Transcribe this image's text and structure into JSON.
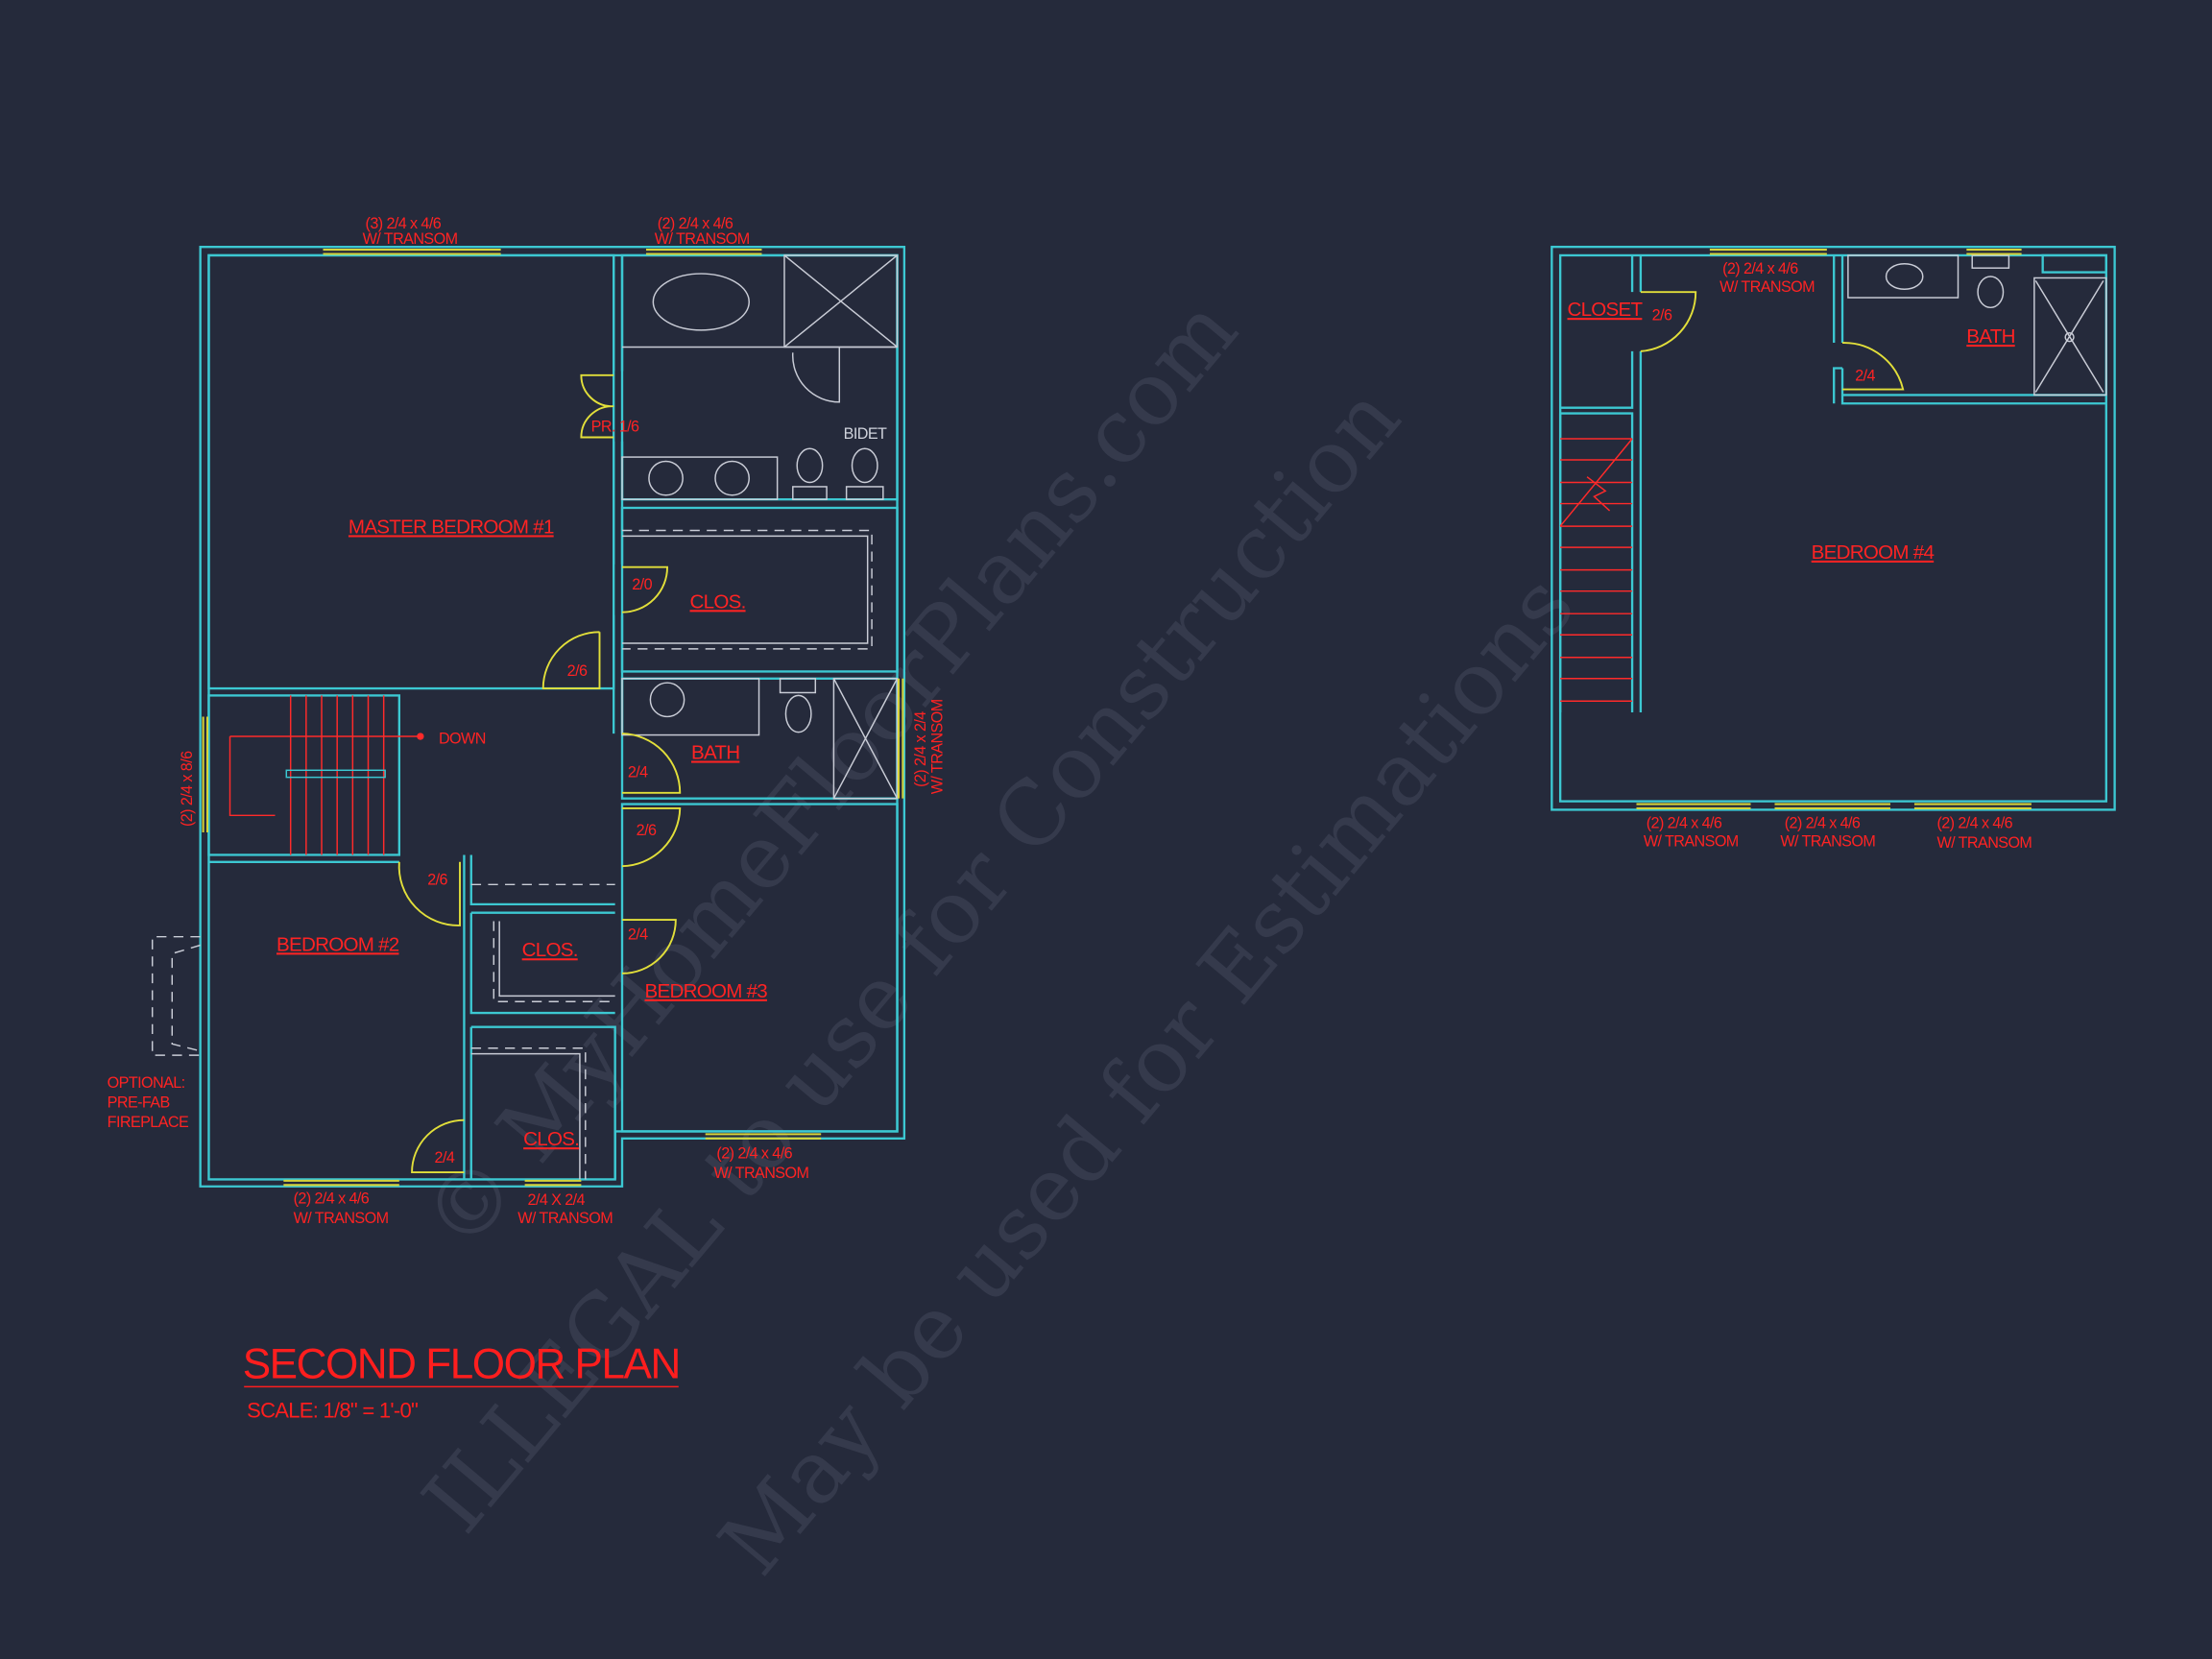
{
  "colors": {
    "background": "#252a3b",
    "walls": "#3cc8d2",
    "labels": "#ff2323",
    "windows_doors": "#d6d43a",
    "fixtures": "#c9ccd6"
  },
  "title": "SECOND FLOOR PLAN",
  "scale": "SCALE: 1/8\" = 1'-0\"",
  "watermark": {
    "line1": "© MyHomeFloorPlans.com",
    "line2": "ILLEGAL to use for Construction",
    "line3": "May be used for Estimations"
  },
  "main_plan": {
    "rooms": {
      "master": "MASTER BEDROOM #1",
      "master_clos": "CLOS.",
      "bath": "BATH",
      "bedroom2": "BEDROOM #2",
      "bedroom3": "BEDROOM #3",
      "clos2": "CLOS.",
      "clos3": "CLOS."
    },
    "fixtures": {
      "bidet": "BIDET",
      "stair_down": "DOWN"
    },
    "doors": {
      "pr": "PR. 1/6",
      "clos": "2/0",
      "master": "2/6",
      "bath": "2/4",
      "bed3": "2/6",
      "bed2": "2/6",
      "clos_b3": "2/4",
      "clos_b2": "2/4"
    },
    "windows": {
      "top1_a": "(3) 2/4 x 4/6",
      "top1_b": "W/ TRANSOM",
      "top2_a": "(2) 2/4 x 4/6",
      "top2_b": "W/ TRANSOM",
      "left": "(2) 2/4 x 8/6",
      "right_a": "(2) 2/4 x 2/4",
      "right_b": "W/ TRANSOM",
      "b3_a": "(2) 2/4 x 4/6",
      "b3_b": "W/ TRANSOM",
      "b2_a": "(2) 2/4 x 4/6",
      "b2_b": "W/ TRANSOM",
      "cl_a": "2/4 X 2/4",
      "cl_b": "W/ TRANSOM"
    },
    "fireplace": {
      "l1": "OPTIONAL:",
      "l2": "PRE-FAB",
      "l3": "FIREPLACE"
    }
  },
  "bonus_plan": {
    "rooms": {
      "closet": "CLOSET",
      "bath": "BATH",
      "bedroom4": "BEDROOM #4"
    },
    "doors": {
      "closet": "2/6",
      "bath": "2/4"
    },
    "windows": {
      "top_a": "(2) 2/4 x 4/6",
      "top_b": "W/ TRANSOM",
      "b1_a": "(2) 2/4 x 4/6",
      "b1_b": "W/ TRANSOM",
      "b2_a": "(2) 2/4 x 4/6",
      "b2_b": "W/ TRANSOM",
      "b3_a": "(2) 2/4 x 4/6",
      "b3_b": "W/ TRANSOM"
    }
  }
}
